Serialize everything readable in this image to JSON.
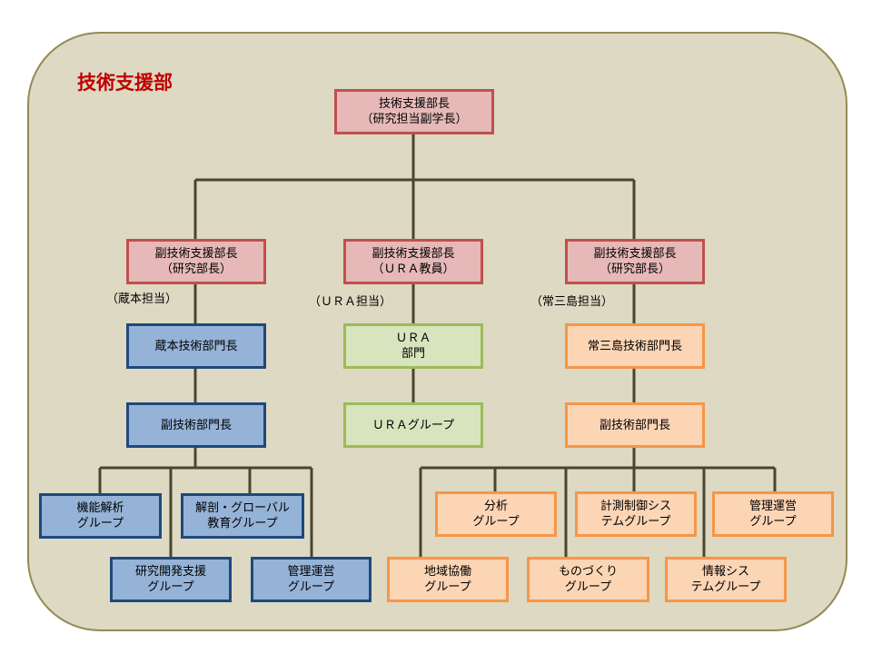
{
  "title": "技術支援部",
  "top": {
    "line1": "技術支援部長",
    "line2": "（研究担当副学長）"
  },
  "deputies": [
    {
      "line1": "副技術支援部長",
      "line2": "（研究部長）",
      "note": "（蔵本担当）"
    },
    {
      "line1": "副技術支援部長",
      "line2": "（ＵＲＡ教員）",
      "note": "（ＵＲＡ担当）"
    },
    {
      "line1": "副技術支援部長",
      "line2": "（研究部長）",
      "note": "（常三島担当）"
    }
  ],
  "kuramoto": {
    "head": "蔵本技術部門長",
    "sub": "副技術部門長",
    "groups": [
      {
        "line1": "機能解析",
        "line2": "グループ"
      },
      {
        "line1": "解剖・グローバル",
        "line2": "教育グループ"
      },
      {
        "line1": "研究開発支援",
        "line2": "グループ"
      },
      {
        "line1": "管理運営",
        "line2": "グループ"
      }
    ]
  },
  "ura": {
    "dept_line1": "ＵＲＡ",
    "dept_line2": "部門",
    "group": "ＵＲＡグループ"
  },
  "josanjima": {
    "head": "常三島技術部門長",
    "sub": "副技術部門長",
    "groups": [
      {
        "line1": "分析",
        "line2": "グループ"
      },
      {
        "line1": "計測制御シス",
        "line2": "テムグループ"
      },
      {
        "line1": "管理運営",
        "line2": "グループ"
      },
      {
        "line1": "地域協働",
        "line2": "グループ"
      },
      {
        "line1": "ものづくり",
        "line2": "グループ"
      },
      {
        "line1": "情報シス",
        "line2": "テムグループ"
      }
    ]
  },
  "colors": {
    "panel_bg": "#ddd9c3",
    "panel_border": "#948a54",
    "title": "#c00000",
    "red_fill": "#e6b9b8",
    "red_border": "#c0504d",
    "blue_fill": "#95b3d7",
    "blue_border": "#1f497d",
    "green_fill": "#d7e4bd",
    "green_border": "#9bbb59",
    "orange_fill": "#fcd5b5",
    "orange_border": "#f79646",
    "connector": "#4a4530"
  }
}
